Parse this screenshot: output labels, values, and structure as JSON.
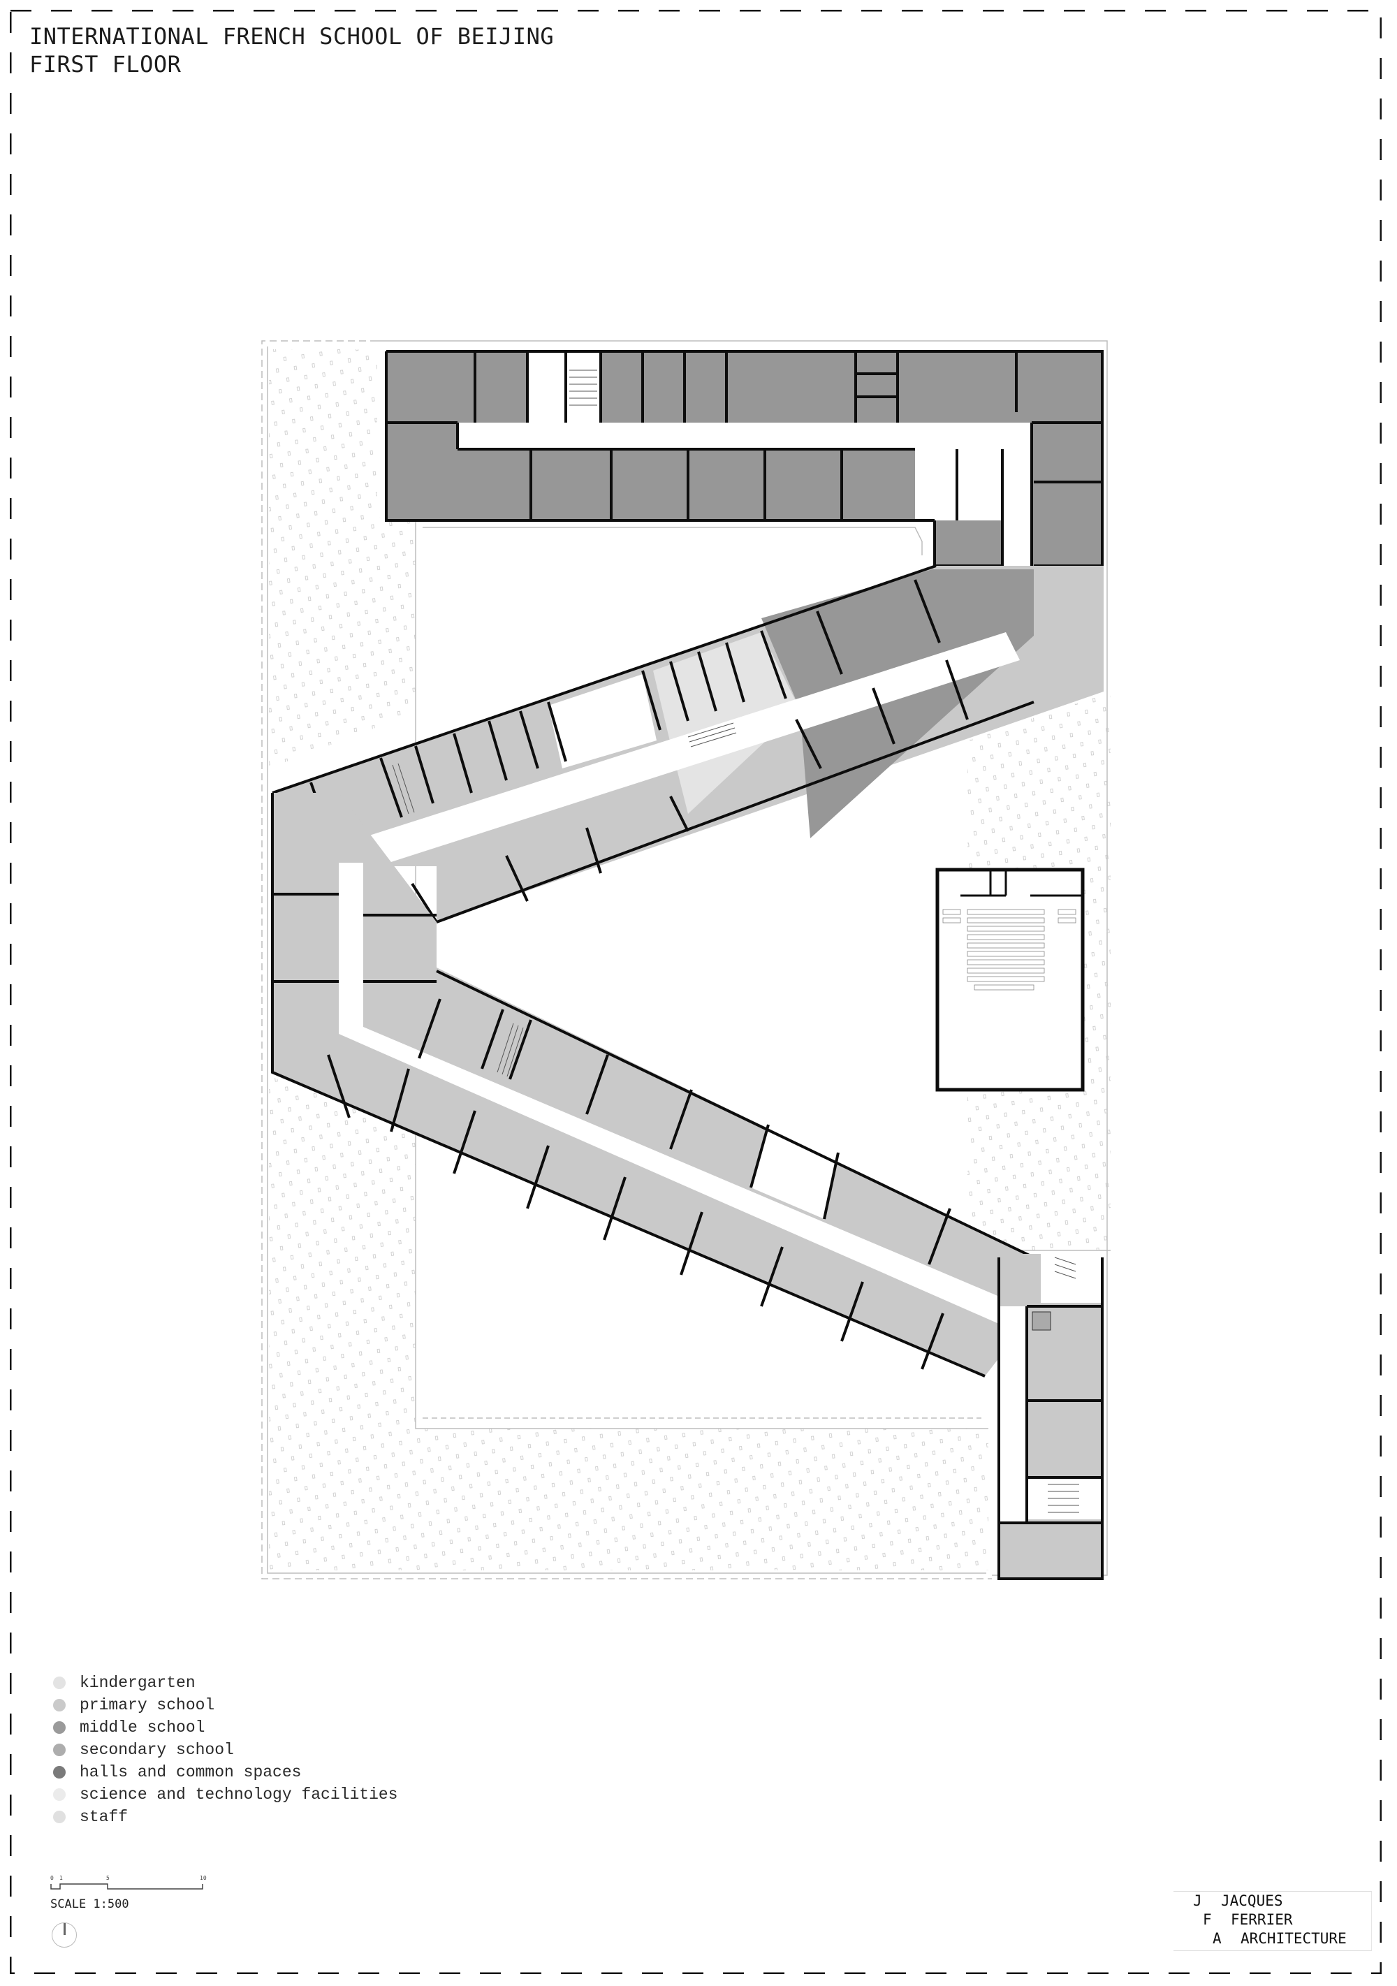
{
  "header": {
    "title": "INTERNATIONAL FRENCH SCHOOL OF BEIJING",
    "subtitle": "FIRST FLOOR"
  },
  "legend": {
    "items": [
      {
        "label": "kindergarten",
        "color": "#e3e3e3"
      },
      {
        "label": "primary school",
        "color": "#cacaca"
      },
      {
        "label": "middle school",
        "color": "#9a9a9a"
      },
      {
        "label": "secondary school",
        "color": "#adadad"
      },
      {
        "label": "halls and common spaces",
        "color": "#7a7a7a"
      },
      {
        "label": "science and technology facilities",
        "color": "#ebebeb"
      },
      {
        "label": "staff",
        "color": "#e0e0e0"
      }
    ]
  },
  "scale": {
    "label": "SCALE 1:500",
    "ticks": [
      "0",
      "1",
      "5",
      "10"
    ]
  },
  "north_arrow": {
    "icon": "north-arrow-icon"
  },
  "firm": {
    "lines": [
      {
        "initial": "J",
        "word": "JACQUES"
      },
      {
        "initial": "F",
        "word": "FERRIER"
      },
      {
        "initial": "A",
        "word": "ARCHITECTURE"
      }
    ]
  },
  "plan": {
    "colors": {
      "middle_school": "#979797",
      "primary_school": "#c9c9c9",
      "science": "#e4e4e4",
      "wall": "#0d0d0d",
      "site_line": "#bdbdbd"
    },
    "wings": [
      {
        "name": "north-wing",
        "use": "middle school"
      },
      {
        "name": "upper-diagonal-wing",
        "use": "middle school / primary school / science"
      },
      {
        "name": "west-connector",
        "use": "primary school"
      },
      {
        "name": "lower-diagonal-wing",
        "use": "primary school"
      },
      {
        "name": "south-east-wing",
        "use": "primary school"
      },
      {
        "name": "auditorium",
        "use": "halls and common spaces"
      }
    ]
  }
}
